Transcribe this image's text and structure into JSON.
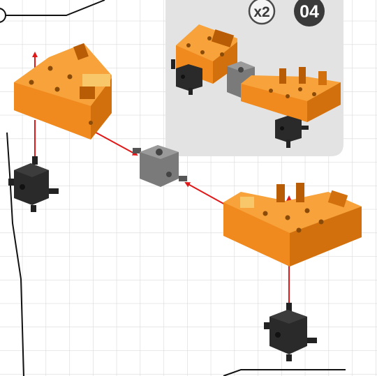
{
  "step": {
    "quantity": "x2",
    "number": "04"
  },
  "colors": {
    "grid_line": "#d9d9d9",
    "inset_panel": "#e3e3e3",
    "orange_top": "#f7a23a",
    "orange_front": "#f08a1e",
    "orange_side": "#d2700e",
    "orange_slot": "#b85c06",
    "black_cube": "#2a2a2a",
    "gray_cube": "#7a7a7a",
    "arrow": "#e01818",
    "badge_dark": "#3a3a3a"
  },
  "icons": [
    "corner-bracket-part",
    "black-connector-cube",
    "gray-connector-cube",
    "assembly-arrow"
  ]
}
